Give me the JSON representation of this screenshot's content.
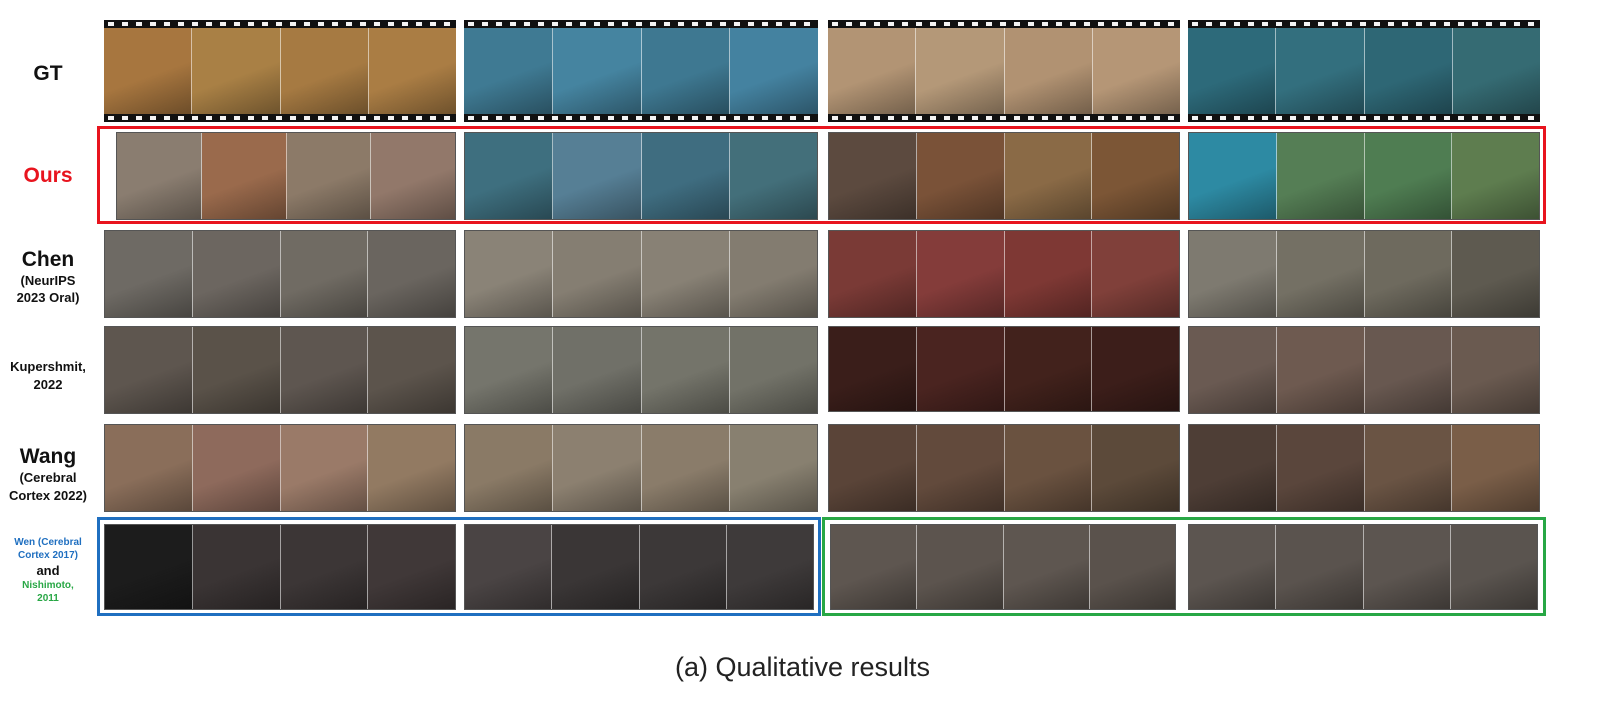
{
  "figure": {
    "caption": "(a)  Qualitative results",
    "highlight_colors": {
      "ours": "#e8141e",
      "wen": "#1f6fc0",
      "nishimoto": "#28a745"
    },
    "rows": [
      {
        "id": "gt",
        "main": "GT",
        "sub": "",
        "label_color": "#111111",
        "clips": [
          {
            "film": true,
            "frames": [
              "#a7763f",
              "#a98045",
              "#a67a42",
              "#aa7d44"
            ]
          },
          {
            "film": true,
            "frames": [
              "#3f7a93",
              "#4584a0",
              "#3e7891",
              "#4482a0"
            ]
          },
          {
            "film": true,
            "frames": [
              "#b29474",
              "#b49878",
              "#b19272",
              "#b59676"
            ]
          },
          {
            "film": true,
            "frames": [
              "#2d6a7a",
              "#336f7e",
              "#2e6775",
              "#356b73"
            ]
          }
        ]
      },
      {
        "id": "ours",
        "main": "Ours",
        "sub": "",
        "label_color": "#e8141e",
        "clips": [
          {
            "film": false,
            "frames": [
              "#8a7d70",
              "#9a6a4c",
              "#8c7a68",
              "#92786a"
            ]
          },
          {
            "film": false,
            "frames": [
              "#3e6f7f",
              "#567f95",
              "#3f6d80",
              "#436f7a"
            ]
          },
          {
            "film": false,
            "frames": [
              "#5c4a3f",
              "#7a5238",
              "#8a6a46",
              "#7c5636"
            ]
          },
          {
            "film": false,
            "frames": [
              "#2d8aa3",
              "#557e55",
              "#4f7d52",
              "#5e7d4f"
            ]
          }
        ]
      },
      {
        "id": "chen",
        "main": "Chen",
        "sub": "(NeurIPS 2023 Oral)",
        "label_color": "#111111",
        "clips": [
          {
            "film": false,
            "frames": [
              "#6e6a64",
              "#6c6660",
              "#706b63",
              "#6a655f"
            ]
          },
          {
            "film": false,
            "frames": [
              "#8a8377",
              "#857e72",
              "#888175",
              "#837c70"
            ]
          },
          {
            "film": false,
            "frames": [
              "#7a3a36",
              "#843c3a",
              "#7e3834",
              "#80403a"
            ]
          },
          {
            "film": false,
            "frames": [
              "#7e7a70",
              "#747064",
              "#6e6a5e",
              "#5e5a50"
            ]
          }
        ]
      },
      {
        "id": "kupershmit",
        "main": "Kupershmit,",
        "sub": "2022",
        "label_color": "#111111",
        "clips": [
          {
            "film": false,
            "frames": [
              "#5e564f",
              "#5a5249",
              "#5e5650",
              "#5c544c"
            ]
          },
          {
            "film": false,
            "frames": [
              "#75756c",
              "#707068",
              "#74746a",
              "#727268"
            ]
          },
          {
            "film": false,
            "frames": [
              "#3a1e1a",
              "#4a2420",
              "#42221c",
              "#3c1e1a"
            ]
          },
          {
            "film": false,
            "frames": [
              "#6a5a52",
              "#6e5a50",
              "#685850",
              "#6a5a50"
            ]
          }
        ]
      },
      {
        "id": "wang",
        "main": "Wang",
        "sub": "(Cerebral Cortex 2022)",
        "label_color": "#111111",
        "clips": [
          {
            "film": false,
            "frames": [
              "#8a6e5a",
              "#8e6a5c",
              "#9a7a68",
              "#927a62"
            ]
          },
          {
            "film": false,
            "frames": [
              "#8a7a66",
              "#8c8070",
              "#8a7c6a",
              "#888070"
            ]
          },
          {
            "film": false,
            "frames": [
              "#5a4438",
              "#624a3c",
              "#6a5240",
              "#5c4a3a"
            ]
          },
          {
            "film": false,
            "frames": [
              "#4e3e36",
              "#5a463c",
              "#6a5444",
              "#7a5e48"
            ]
          }
        ]
      },
      {
        "id": "wen",
        "main": "Wen (Cerebral Cortex 2017)",
        "and_text": "and",
        "sub": "Nishimoto, 2011",
        "label_color": "#1f6fc0",
        "clips": [
          {
            "film": false,
            "frames": [
              "#1c1c1c",
              "#3a3434",
              "#3c3636",
              "#403838"
            ]
          },
          {
            "film": false,
            "frames": [
              "#4a4444",
              "#3a3636",
              "#3c3838",
              "#3e3a3a"
            ]
          },
          {
            "film": false,
            "frames": [
              "#5e5650",
              "#5c544e",
              "#5e5650",
              "#5a524c"
            ]
          },
          {
            "film": false,
            "frames": [
              "#5c5550",
              "#5a534e",
              "#5c5550",
              "#5a544f"
            ]
          }
        ]
      }
    ]
  }
}
